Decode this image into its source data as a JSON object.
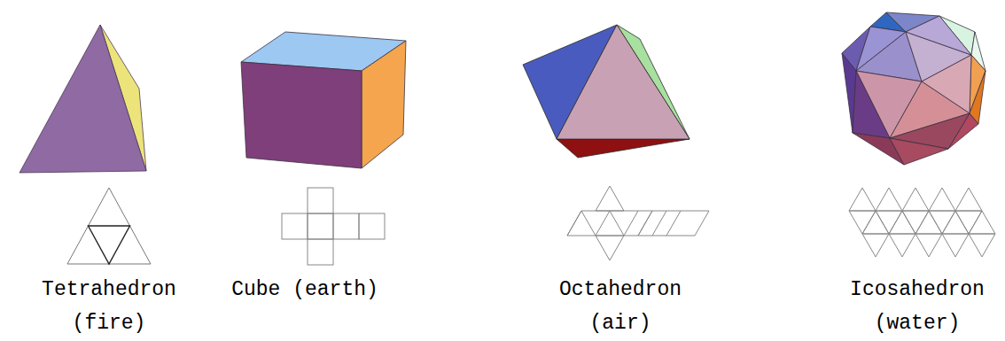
{
  "diagram": {
    "labels": [
      "Tetrahedron (fire)",
      "Cube (earth)",
      "Octahedron (air)",
      "Icosahedron (water)"
    ]
  }
}
